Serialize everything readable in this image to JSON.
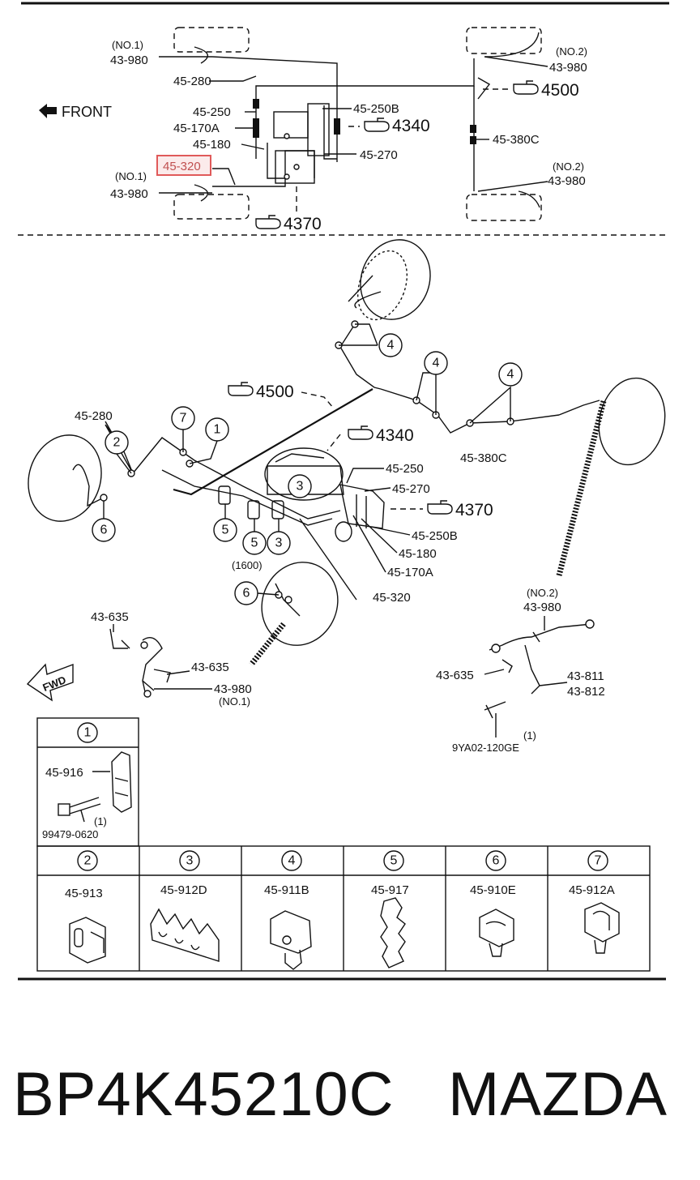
{
  "top_diagram": {
    "front_label": "FRONT",
    "labels": {
      "no1_top": "(NO.1)",
      "l_43980_top": "43-980",
      "l_45280": "45-280",
      "l_45250": "45-250",
      "l_45170a": "45-170A",
      "l_45180": "45-180",
      "l_45320": "45-320",
      "no1_bot": "(NO.1)",
      "l_43980_bot": "43-980",
      "l_45250b": "45-250B",
      "l_45270": "45-270",
      "no2_top": "(NO.2)",
      "r_43980_top": "43-980",
      "no2_bot": "(NO.2)",
      "r_43980_bot": "43-980",
      "l_45380c": "45-380C"
    },
    "refs": {
      "r4500": "4500",
      "r4340": "4340",
      "r4370": "4370"
    },
    "highlight_color": "#e05a5a"
  },
  "main_diagram": {
    "fwd": "FWD",
    "labels": {
      "m_45280": "45-280",
      "m_4500": "4500",
      "m_4340": "4340",
      "m_45250": "45-250",
      "m_45270": "45-270",
      "m_4370": "4370",
      "m_45250b": "45-250B",
      "m_45180": "45-180",
      "m_45170a": "45-170A",
      "m_45320": "45-320",
      "m_45380c": "45-380C",
      "m_1600": "(1600)",
      "m_43635a": "43-635",
      "m_43635b": "43-635",
      "m_43980_no1": "43-980",
      "m_no1": "(NO.1)",
      "m_no2": "(NO.2)",
      "m_43980_no2": "43-980",
      "m_43635c": "43-635",
      "m_43811": "43-811",
      "m_43812": "43-812",
      "m_q1": "(1)",
      "m_9ya02": "9YA02-120GE"
    },
    "callouts": [
      "1",
      "2",
      "3",
      "4",
      "5",
      "6",
      "7"
    ]
  },
  "parts_table": {
    "cell1": {
      "num": "1",
      "part_a": "45-916",
      "bolt": "99479-0620",
      "qty": "(1)"
    },
    "cells": [
      {
        "num": "2",
        "part": "45-913"
      },
      {
        "num": "3",
        "part": "45-912D"
      },
      {
        "num": "4",
        "part": "45-911B"
      },
      {
        "num": "5",
        "part": "45-917"
      },
      {
        "num": "6",
        "part": "45-910E"
      },
      {
        "num": "7",
        "part": "45-912A"
      }
    ]
  },
  "footer": {
    "part_number": "BP4K45210C",
    "brand": "MAZDA"
  }
}
